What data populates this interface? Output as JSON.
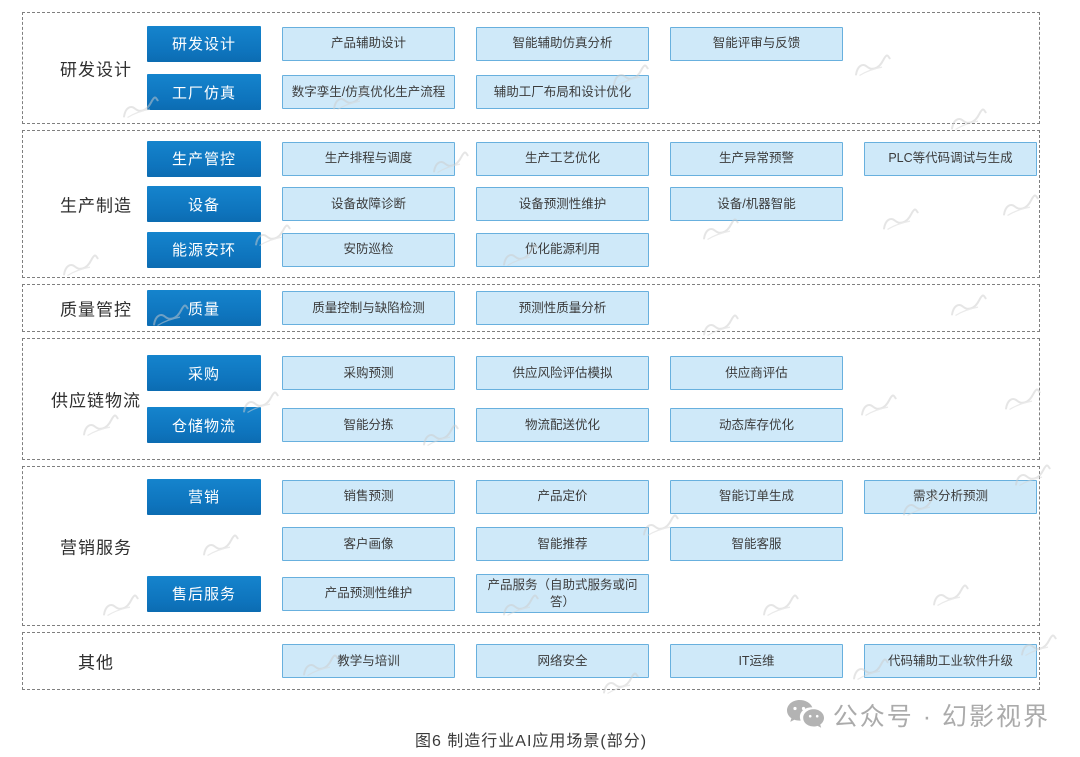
{
  "figure": {
    "caption": "图6 制造行业AI应用场景(部分)"
  },
  "watermark": {
    "label": "公众号 · 幻影视界"
  },
  "colors": {
    "category_bg": "#0f7ac5",
    "item_bg": "#cfe9f9",
    "item_border": "#68b0de",
    "section_border": "#7f7f7f",
    "watermark_gray": "#ababab"
  },
  "sections": [
    {
      "label": "研发设计",
      "rows": [
        {
          "category": "研发设计",
          "items": [
            "产品辅助设计",
            "智能辅助仿真分析",
            "智能评审与反馈"
          ]
        },
        {
          "category": "工厂仿真",
          "items": [
            "数字孪生/仿真优化生产流程",
            "辅助工厂布局和设计优化"
          ]
        }
      ]
    },
    {
      "label": "生产制造",
      "rows": [
        {
          "category": "生产管控",
          "items": [
            "生产排程与调度",
            "生产工艺优化",
            "生产异常预警",
            "PLC等代码调试与生成"
          ]
        },
        {
          "category": "设备",
          "items": [
            "设备故障诊断",
            "设备预测性维护",
            "设备/机器智能"
          ]
        },
        {
          "category": "能源安环",
          "items": [
            "安防巡检",
            "优化能源利用"
          ]
        }
      ]
    },
    {
      "label": "质量管控",
      "rows": [
        {
          "category": "质量",
          "items": [
            "质量控制与缺陷检测",
            "预测性质量分析"
          ]
        }
      ]
    },
    {
      "label": "供应链物流",
      "rows": [
        {
          "category": "采购",
          "items": [
            "采购预测",
            "供应风险评估模拟",
            "供应商评估"
          ]
        },
        {
          "category": "仓储物流",
          "items": [
            "智能分拣",
            "物流配送优化",
            "动态库存优化"
          ]
        }
      ]
    },
    {
      "label": "营销服务",
      "rows": [
        {
          "category": "营销",
          "items": [
            "销售预测",
            "产品定价",
            "智能订单生成",
            "需求分析预测"
          ]
        },
        {
          "category": null,
          "items": [
            "客户画像",
            "智能推荐",
            "智能客服"
          ]
        },
        {
          "category": "售后服务",
          "items": [
            "产品预测性维护",
            "产品服务（自助式服务或问答）"
          ]
        }
      ]
    },
    {
      "label": "其他",
      "rows": [
        {
          "category": null,
          "items": [
            "教学与培训",
            "网络安全",
            "IT运维",
            "代码辅助工业软件升级"
          ]
        }
      ]
    }
  ]
}
